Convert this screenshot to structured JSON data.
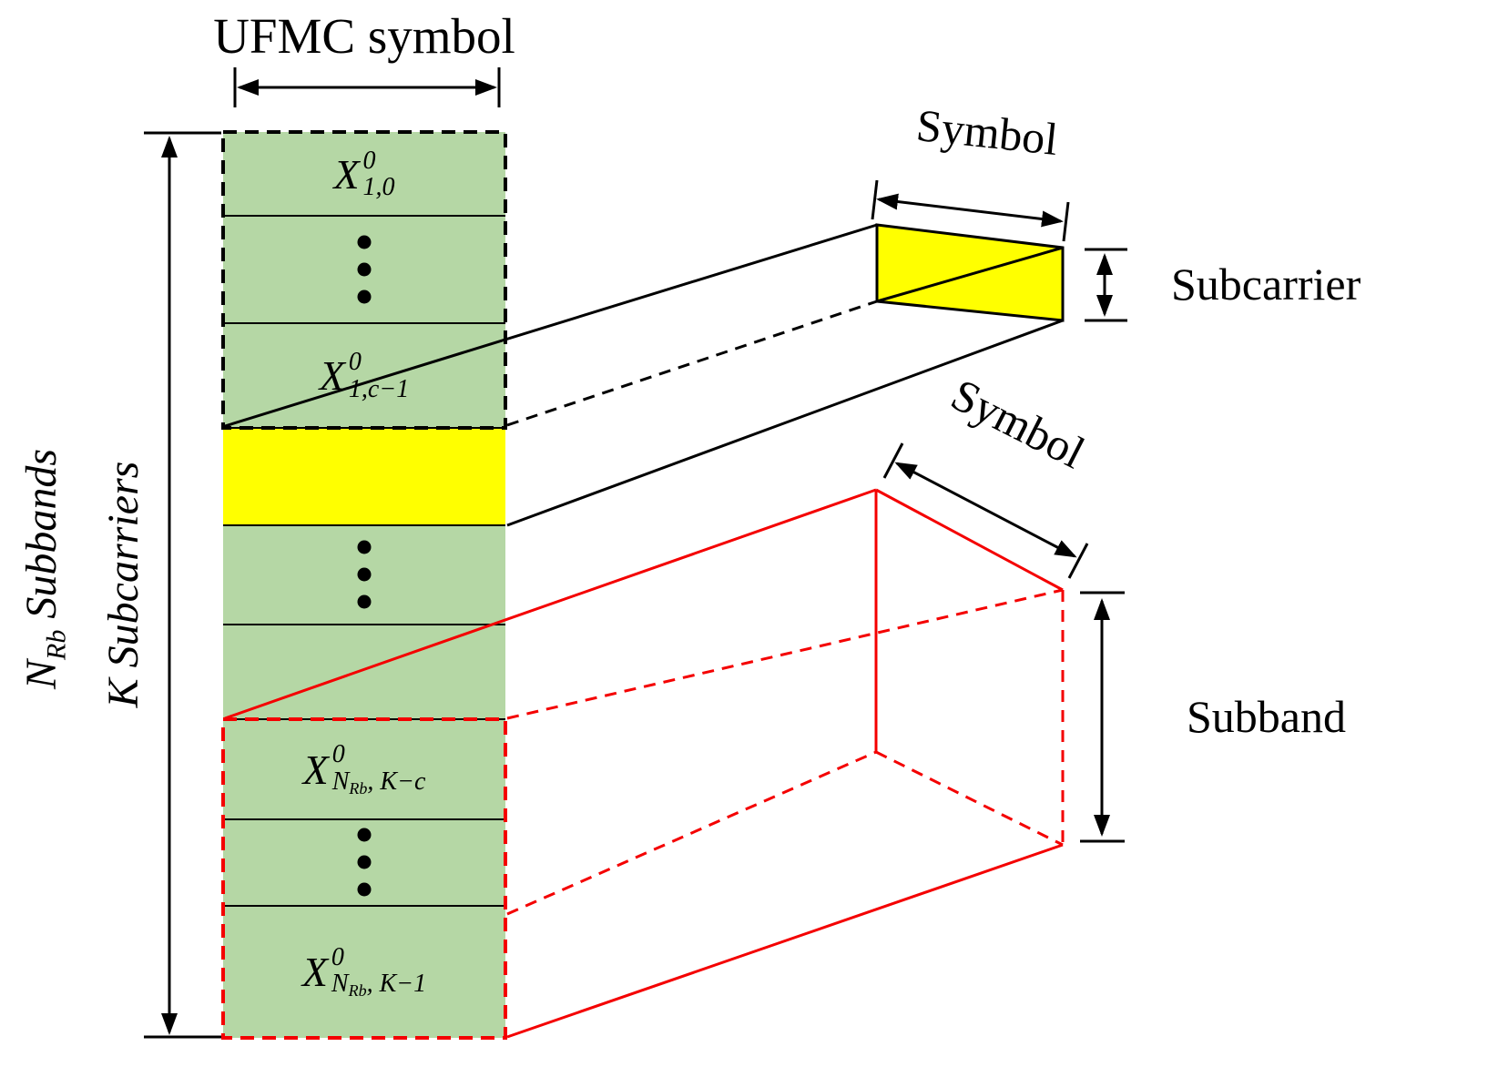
{
  "colors": {
    "green": "#b5d7a5",
    "yellow": "#ffff00",
    "red": "#f40000",
    "black": "#000000"
  },
  "title": "UFMC symbol",
  "left_axis": {
    "subbands": {
      "base": "N",
      "sub": "Rb",
      "rest": " Subbands"
    },
    "subcarriers": {
      "base": "K",
      "rest": " Subcarriers"
    }
  },
  "matrix": {
    "cell_1_0": {
      "base": "X",
      "sup": "0",
      "sub": "1,0"
    },
    "cell_1_c1": {
      "base": "X",
      "sup": "0",
      "sub": "1,c−1"
    },
    "cell_nrb_kc": {
      "base": "X",
      "sup": "0",
      "sub_base": "N",
      "sub_sub": "Rb",
      "sub_rest": ", K−c"
    },
    "cell_nrb_k1": {
      "base": "X",
      "sup": "0",
      "sub_base": "N",
      "sub_sub": "Rb",
      "sub_rest": ", K−1"
    }
  },
  "annotations": {
    "symbol_top": "Symbol",
    "subcarrier": "Subcarrier",
    "symbol_bottom": "Symbol",
    "subband": "Subband"
  }
}
